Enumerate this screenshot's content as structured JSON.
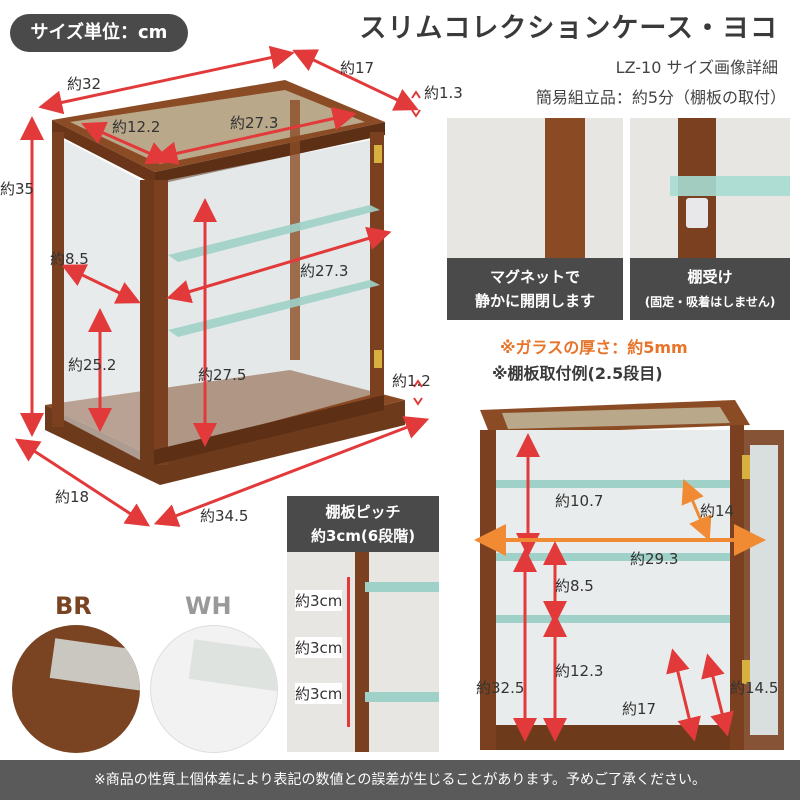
{
  "header": {
    "unit_badge": "サイズ単位：cm",
    "title": "スリムコレクションケース・ヨコ",
    "subtitle_model": "LZ-10  サイズ画像詳細",
    "subtitle_assembly": "簡易組立品：約5分（棚板の取付）"
  },
  "main_dims": {
    "width": "約32",
    "depth_top": "約17",
    "top_thickness": "約1.3",
    "top_inner_depth": "約12.2",
    "top_inner_width": "約27.3",
    "height": "約35",
    "side_glass": "約8.5",
    "shelf_width": "約27.3",
    "inner_height_side": "約25.2",
    "inner_height_front": "約27.5",
    "base_thickness": "約1.2",
    "base_depth": "約18",
    "base_width": "約34.5"
  },
  "detail_photos": [
    {
      "caption": "マグネットで\n静かに開閉します",
      "caption_small": ""
    },
    {
      "caption": "棚受け",
      "caption_small": "(固定・吸着はしません)"
    }
  ],
  "notes": {
    "glass_thickness": "※ガラスの厚さ：約5mm",
    "shelf_example": "※棚板取付例(2.5段目)"
  },
  "pitch": {
    "title": "棚板ピッチ",
    "value": "約3cm(6段階)",
    "marks": [
      "約3cm",
      "約3cm",
      "約3cm"
    ]
  },
  "example_dims": {
    "upper_gap": "約10.7",
    "door_depth": "約14",
    "inner_width": "約29.3",
    "middle_gap": "約8.5",
    "lower_gap": "約12.3",
    "total_inner_height": "約32.5",
    "floor_depth": "約17",
    "door_width": "約14.5"
  },
  "colors": {
    "labels": [
      "BR",
      "WH"
    ],
    "brown": "#7a4422",
    "white": "#f2f2f2",
    "accent": "#e23a3a",
    "orange": "#f08a33"
  },
  "footer": "※商品の性質上個体差により表記の数値との誤差が生じることがあります。予めご了承ください。"
}
